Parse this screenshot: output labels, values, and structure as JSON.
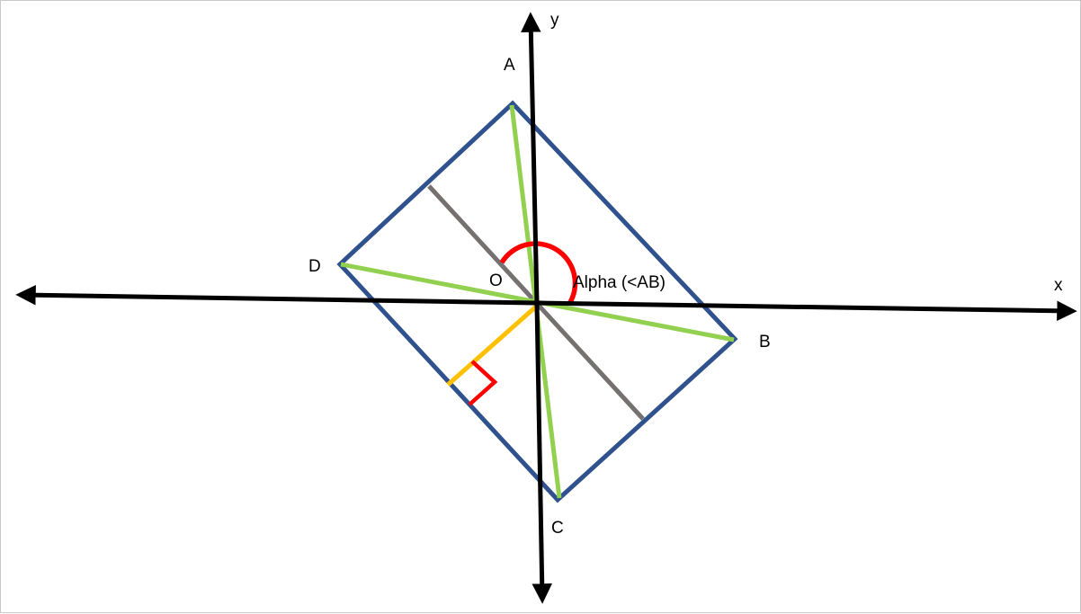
{
  "labels": {
    "y_axis": "y",
    "x_axis": "x",
    "point_a": "A",
    "point_b": "B",
    "point_c": "C",
    "point_d": "D",
    "point_o": "O",
    "angle": "Alpha (<AB)"
  },
  "colors": {
    "axes": "#000000",
    "rectangle": "#2f528f",
    "diagonals": "#92d050",
    "midline": "#767171",
    "perpendicular": "#ffc000",
    "angle_arc": "#ff0000",
    "right_angle_marker": "#ff0000"
  }
}
